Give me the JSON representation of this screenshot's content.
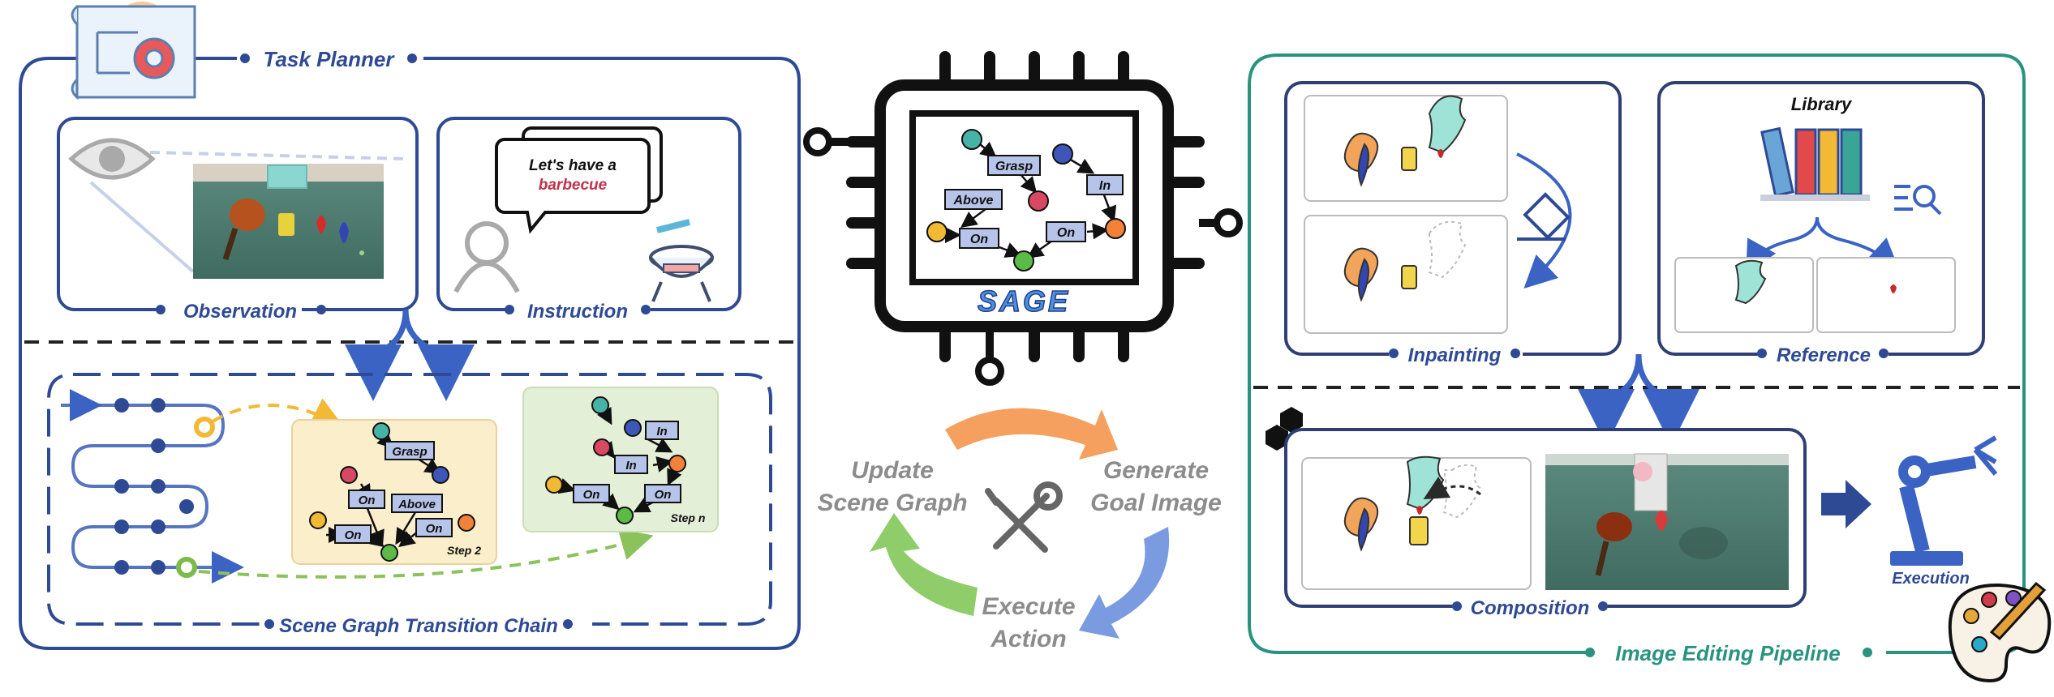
{
  "task_planner": {
    "title": "Task Planner",
    "observation_label": "Observation",
    "instruction_label": "Instruction",
    "speech_line1": "Let's have a",
    "speech_line2": "barbecue",
    "chain_label": "Scene Graph Transition Chain",
    "step2_label": "Step 2",
    "stepn_label": "Step n",
    "graph_step2": [
      "Grasp",
      "On",
      "Above",
      "On",
      "On"
    ],
    "graph_stepn": [
      "In",
      "In",
      "On",
      "On"
    ]
  },
  "center": {
    "chip_graph": [
      "Grasp",
      "In",
      "Above",
      "On",
      "On"
    ],
    "chip_logo": "SAGE",
    "loop": {
      "update_line1": "Update",
      "update_line2": "Scene Graph",
      "generate_line1": "Generate",
      "generate_line2": "Goal Image",
      "execute_line1": "Execute",
      "execute_line2": "Action"
    }
  },
  "editing": {
    "pipeline_label": "Image Editing Pipeline",
    "inpainting_label": "Inpainting",
    "reference_label": "Reference",
    "library_label": "Library",
    "composition_label": "Composition",
    "execution_label": "Execution"
  },
  "colors": {
    "planner_blue": "#2e4a94",
    "pipeline_teal": "#2a9380",
    "step2_bg": "#fbeecb",
    "stepn_bg": "#e3efd6",
    "update_arrow": "#8fcc6a",
    "generate_arrow": "#f5a05e",
    "execute_arrow": "#7b9be0"
  }
}
